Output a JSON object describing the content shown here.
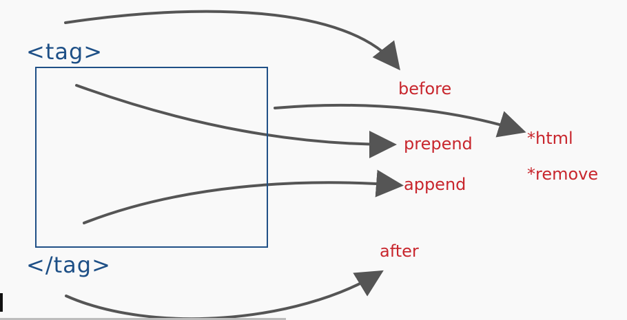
{
  "tags": {
    "open": "<tag>",
    "close": "</tag>"
  },
  "methods": {
    "before": "before",
    "prepend": "prepend",
    "append": "append",
    "after": "after",
    "html": "*html",
    "remove": "*remove"
  },
  "colors": {
    "tag_text": "#1d4f86",
    "box_border": "#1f4f86",
    "method_text": "#c8262d",
    "arrow": "#555555",
    "background": "#f9f9f9"
  }
}
